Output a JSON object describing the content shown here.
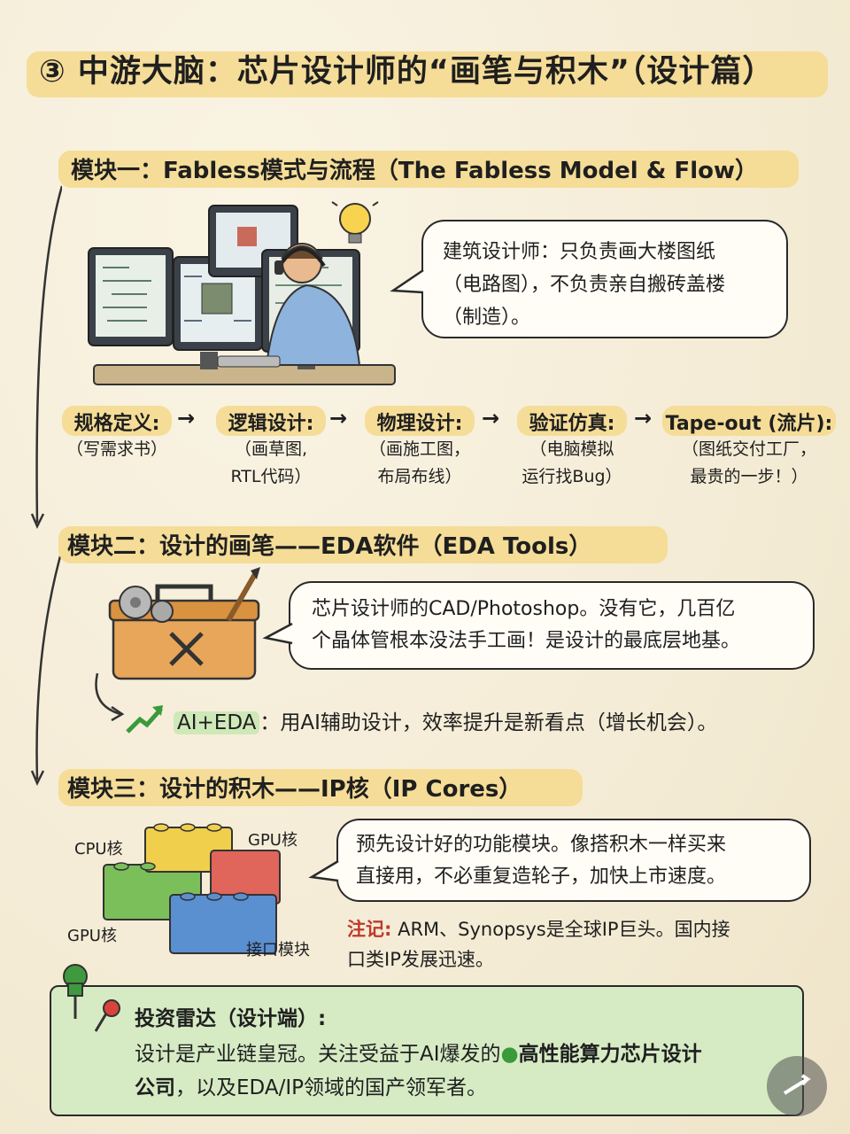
{
  "title": "③ 中游大脑：芯片设计师的“画笔与积木”（设计篇）",
  "module1": {
    "title": "模块一：Fabless模式与流程（The Fabless Model & Flow）",
    "bubble_lines": [
      "建筑设计师：只负责画大楼图纸",
      "（电路图），不负责亲自搬砖盖楼",
      "（制造）。"
    ],
    "steps": [
      {
        "head": "规格定义:",
        "desc": [
          "（写需求书）"
        ]
      },
      {
        "head": "逻辑设计:",
        "desc": [
          "（画草图,",
          "RTL代码）"
        ]
      },
      {
        "head": "物理设计:",
        "desc": [
          "（画施工图，",
          "布局布线）"
        ]
      },
      {
        "head": "验证仿真:",
        "desc": [
          "（电脑模拟",
          "运行找Bug）"
        ]
      },
      {
        "head": "Tape-out (流片):",
        "desc": [
          "（图纸交付工厂，",
          "最贵的一步！）"
        ]
      }
    ],
    "arrow": "→"
  },
  "module2": {
    "title": "模块二：设计的画笔——EDA软件（EDA Tools）",
    "bubble_lines": [
      "芯片设计师的CAD/Photoshop。没有它，几百亿",
      "个晶体管根本没法手工画！是设计的最底层地基。"
    ],
    "ai_label": "AI+EDA",
    "ai_text": "：用AI辅助设计，效率提升是新看点（增长机会）。"
  },
  "module3": {
    "title": "模块三：设计的积木——IP核（IP Cores）",
    "bubble_lines": [
      "预先设计好的功能模块。像搭积木一样买来",
      "直接用，不必重复造轮子，加快上市速度。"
    ],
    "labels": {
      "cpu": "CPU核",
      "gpu_top": "GPU核",
      "gpu_left": "GPU核",
      "interface": "接口模块"
    },
    "note_label": "注记:",
    "note_lines": [
      " ARM、Synopsys是全球IP巨头。国内接",
      "口类IP发展迅速。"
    ]
  },
  "radar": {
    "title": "投资雷达（设计端）:",
    "line1_pre": "设计是产业链皇冠。关注受益于AI爆发的",
    "line1_hl": "高性能算力芯片设计",
    "line2_hl": "公司",
    "line2_post": "，以及EDA/IP领域的国产领军者。"
  },
  "colors": {
    "highlight": "#f5d98c",
    "radar_bg": "#d6ebc4",
    "note_red": "#c0392b",
    "green": "#3a9a3a"
  }
}
